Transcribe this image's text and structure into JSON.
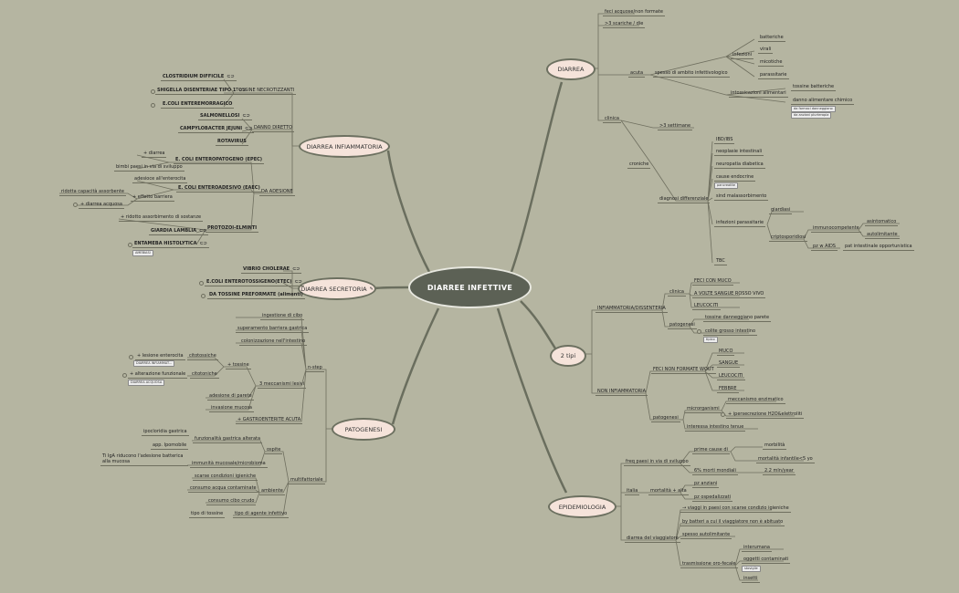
{
  "central": "DIARREE INFETTIVE",
  "branches": {
    "infiammatoria": "DIARREA INFIAMMATORIA",
    "secretoria": "DIARREA SECRETORIA",
    "patogenesi": "PATOGENESI",
    "diarrea": "DIARREA",
    "tipi": "2 tipi",
    "epidemiologia": "EPIDEMIOLOGIA"
  },
  "infiammatoria": {
    "tossine": "TOSSINE NECROTIZZANTI",
    "clostridium": "CLOSTRIDIUM DIFFICILE",
    "shigella": "SHIGELLA DISENTERIAE TIPO 1",
    "ecoli_ent": "E.COLI ENTEREMORRAGICO",
    "danno": "DANNO DIRETTO",
    "salmonellosi": "SALMONELLOSI",
    "campylo": "CAMPYLOBACTER JEJUNI",
    "rotavirus": "ROTAVIRUS",
    "adesione": "DA ADESIONE",
    "epec": "E. COLI ENTEROPATOGENO (EPEC)",
    "epec_1": "+ diarrea",
    "epec_2": "bimbi paesi in via di sviluppo",
    "eaec": "E. COLI ENTEROADESIVO (EAEC)",
    "eaec_1": "adesioce all'enterocita",
    "eaec_2": "+ effetto barriera",
    "eaec_3": "ridotta capacità assorbente",
    "eaec_4": "+ diarrea acquosa",
    "protozoi": "PROTOZOI-ELMINTI",
    "protozoi_1": "+ ridotto assorbimento di sostanze",
    "giardia": "GIARDIA LAMBLIA",
    "entamoeba": "ENTAMEBA HISTOLYTICA",
    "amebiasi": "AMEBIASI"
  },
  "secretoria": {
    "vibrio": "VIBRIO CHOLERAE",
    "etec": "E.COLI ENTEROTOSSIGENO(ETEC)",
    "tossine": "DA TOSSINE PREFORMATE (alimenti)"
  },
  "patogenesi": {
    "ostep": "n-step",
    "s1": "ingestione di cibo",
    "s2": "superamento barriera gastrica",
    "s3": "colonizzazione nell'intestino",
    "meccanismi": "3 meccanismi lesivi",
    "tossine": "+ tossine",
    "citotossiche": "citotossiche",
    "lesione": "+ lesione enterocita",
    "tag_inf": "DIARREA INFIAMMAT...",
    "citotoniche": "citotoniche",
    "alterazione": "+ alterazione funzionale",
    "tag_acq": "DIARREA ACQUOSA",
    "adesione": "adesione di parete",
    "invasione": "invasione mucosa",
    "gastro": "+ GASTROENTERITE ACUTA",
    "multifattoriale": "multifattoriale",
    "ospite": "ospite",
    "funzionalita": "funzionalità gastrica alterata",
    "ipoclorid": "ipocloridia gastrica",
    "app": "app. Ipomobile",
    "immunita": "immunità mucosale/microbioma",
    "iga": "Ti IgA riducono l'adesione batterica alla mucosa",
    "ambiente": "ambiente",
    "igieniche": "scarse condizioni igieniche",
    "acqua": "consumo acqua contaminate",
    "cibo": "consumo cibo crudo",
    "agente": "tipo di agente infettivo",
    "tossina": "tipo di tossine"
  },
  "diarrea": {
    "feci": "feci acquose/non formate",
    "scariche": ">3 scariche / die",
    "acuta": "acuta",
    "spesso": "spesso di ambito infettivologico",
    "infezioni": "infezioni",
    "batteriche": "batteriche",
    "virali": "virali",
    "micotiche": "micotiche",
    "parassitarie": "parassitarie",
    "intossicazioni": "intossicazioni alimentari",
    "tossine_batt": "tossine batteriche",
    "danno_alim": "danno alimentare chimico",
    "tag1": "da farmaci danneggiano",
    "tag2": "da anziani plurterapia",
    "clinica": "clinica",
    "croniche": "croniche",
    "settimane": ">3 settimane",
    "diagnosi": "diagnosi differenziale",
    "ibd": "IBD/IBS",
    "neoplasie": "neoplasie intestinali",
    "neuropatia": "neuropatia diabetica",
    "endocrine": "cause endocrine",
    "tag_endo": "pancreatite",
    "sindmal": "sind malassorbimento",
    "parassitarie_inf": "infezioni parassitarie",
    "giardiasi": "giardiasi",
    "cripto": "criptosporidiosi",
    "immunocomp": "immunocompetente",
    "asintomatico": "asintomatico",
    "autolimitante": "autolimitante",
    "aids": "pz w AIDS",
    "opportunistica": "pat intestinale opportunistica",
    "tbc": "TBC"
  },
  "tipi": {
    "infiammatoria": "INFIAMMATORIA/DISSENTERIA",
    "clinica": "clinica",
    "muco": "FECI CON MUCO",
    "sangue": "A VOLTE SANGUE ROSSO VIVO",
    "leucociti": "LEUCOCITI",
    "patogenesi": "patogenesi",
    "tossine_danneggiano": "tossine danneggiano parete",
    "colite": "colite grosso intestino",
    "tag_tipico": "tipico",
    "non_infiammatoria": "NON INFIAMMATORIA",
    "feci_non": "FECI NON FORMATE WOUT",
    "nmuco": "MUCO",
    "nsangue": "SANGUE",
    "nleucociti": "LEUCOCITI",
    "febbre": "FEBBRE",
    "npatogenesi": "patogenesi",
    "microrganismi": "microrganismi",
    "meccanismo": "meccanismo enzimatico",
    "ipersecrezione": "+ ipersecrezione H2O&elettroliti",
    "intestino_tenue": "interessa intestino tenue"
  },
  "epidemiologia": {
    "freq": "freq paesi in via di sviluppo",
    "prime": "prime cause di",
    "morbilita": "morbilità",
    "mortalita": "mortalità infantile<5 yo",
    "morti": "6% morti mondiali",
    "mln": "2.2 mln/year",
    "italia": "italia",
    "mortalita_alta": "mortalità + alta",
    "anziani": "pz anziani",
    "ospedalizzati": "pz ospedalizzati",
    "viaggiatore": "diarrea del viaggiatore",
    "viaggi": "→ viaggi in paesi con scarse condizio igieniche",
    "batteri": "by batteri a cui il viaggiatore non è abituato",
    "spesso": "spesso autolimitante",
    "trasmissione": "trasmissione oro-fecale",
    "interumana": "interumana",
    "oggetti": "oggetti contaminati",
    "tag_stoviglie": "stoviglie",
    "insetti": "insetti"
  }
}
